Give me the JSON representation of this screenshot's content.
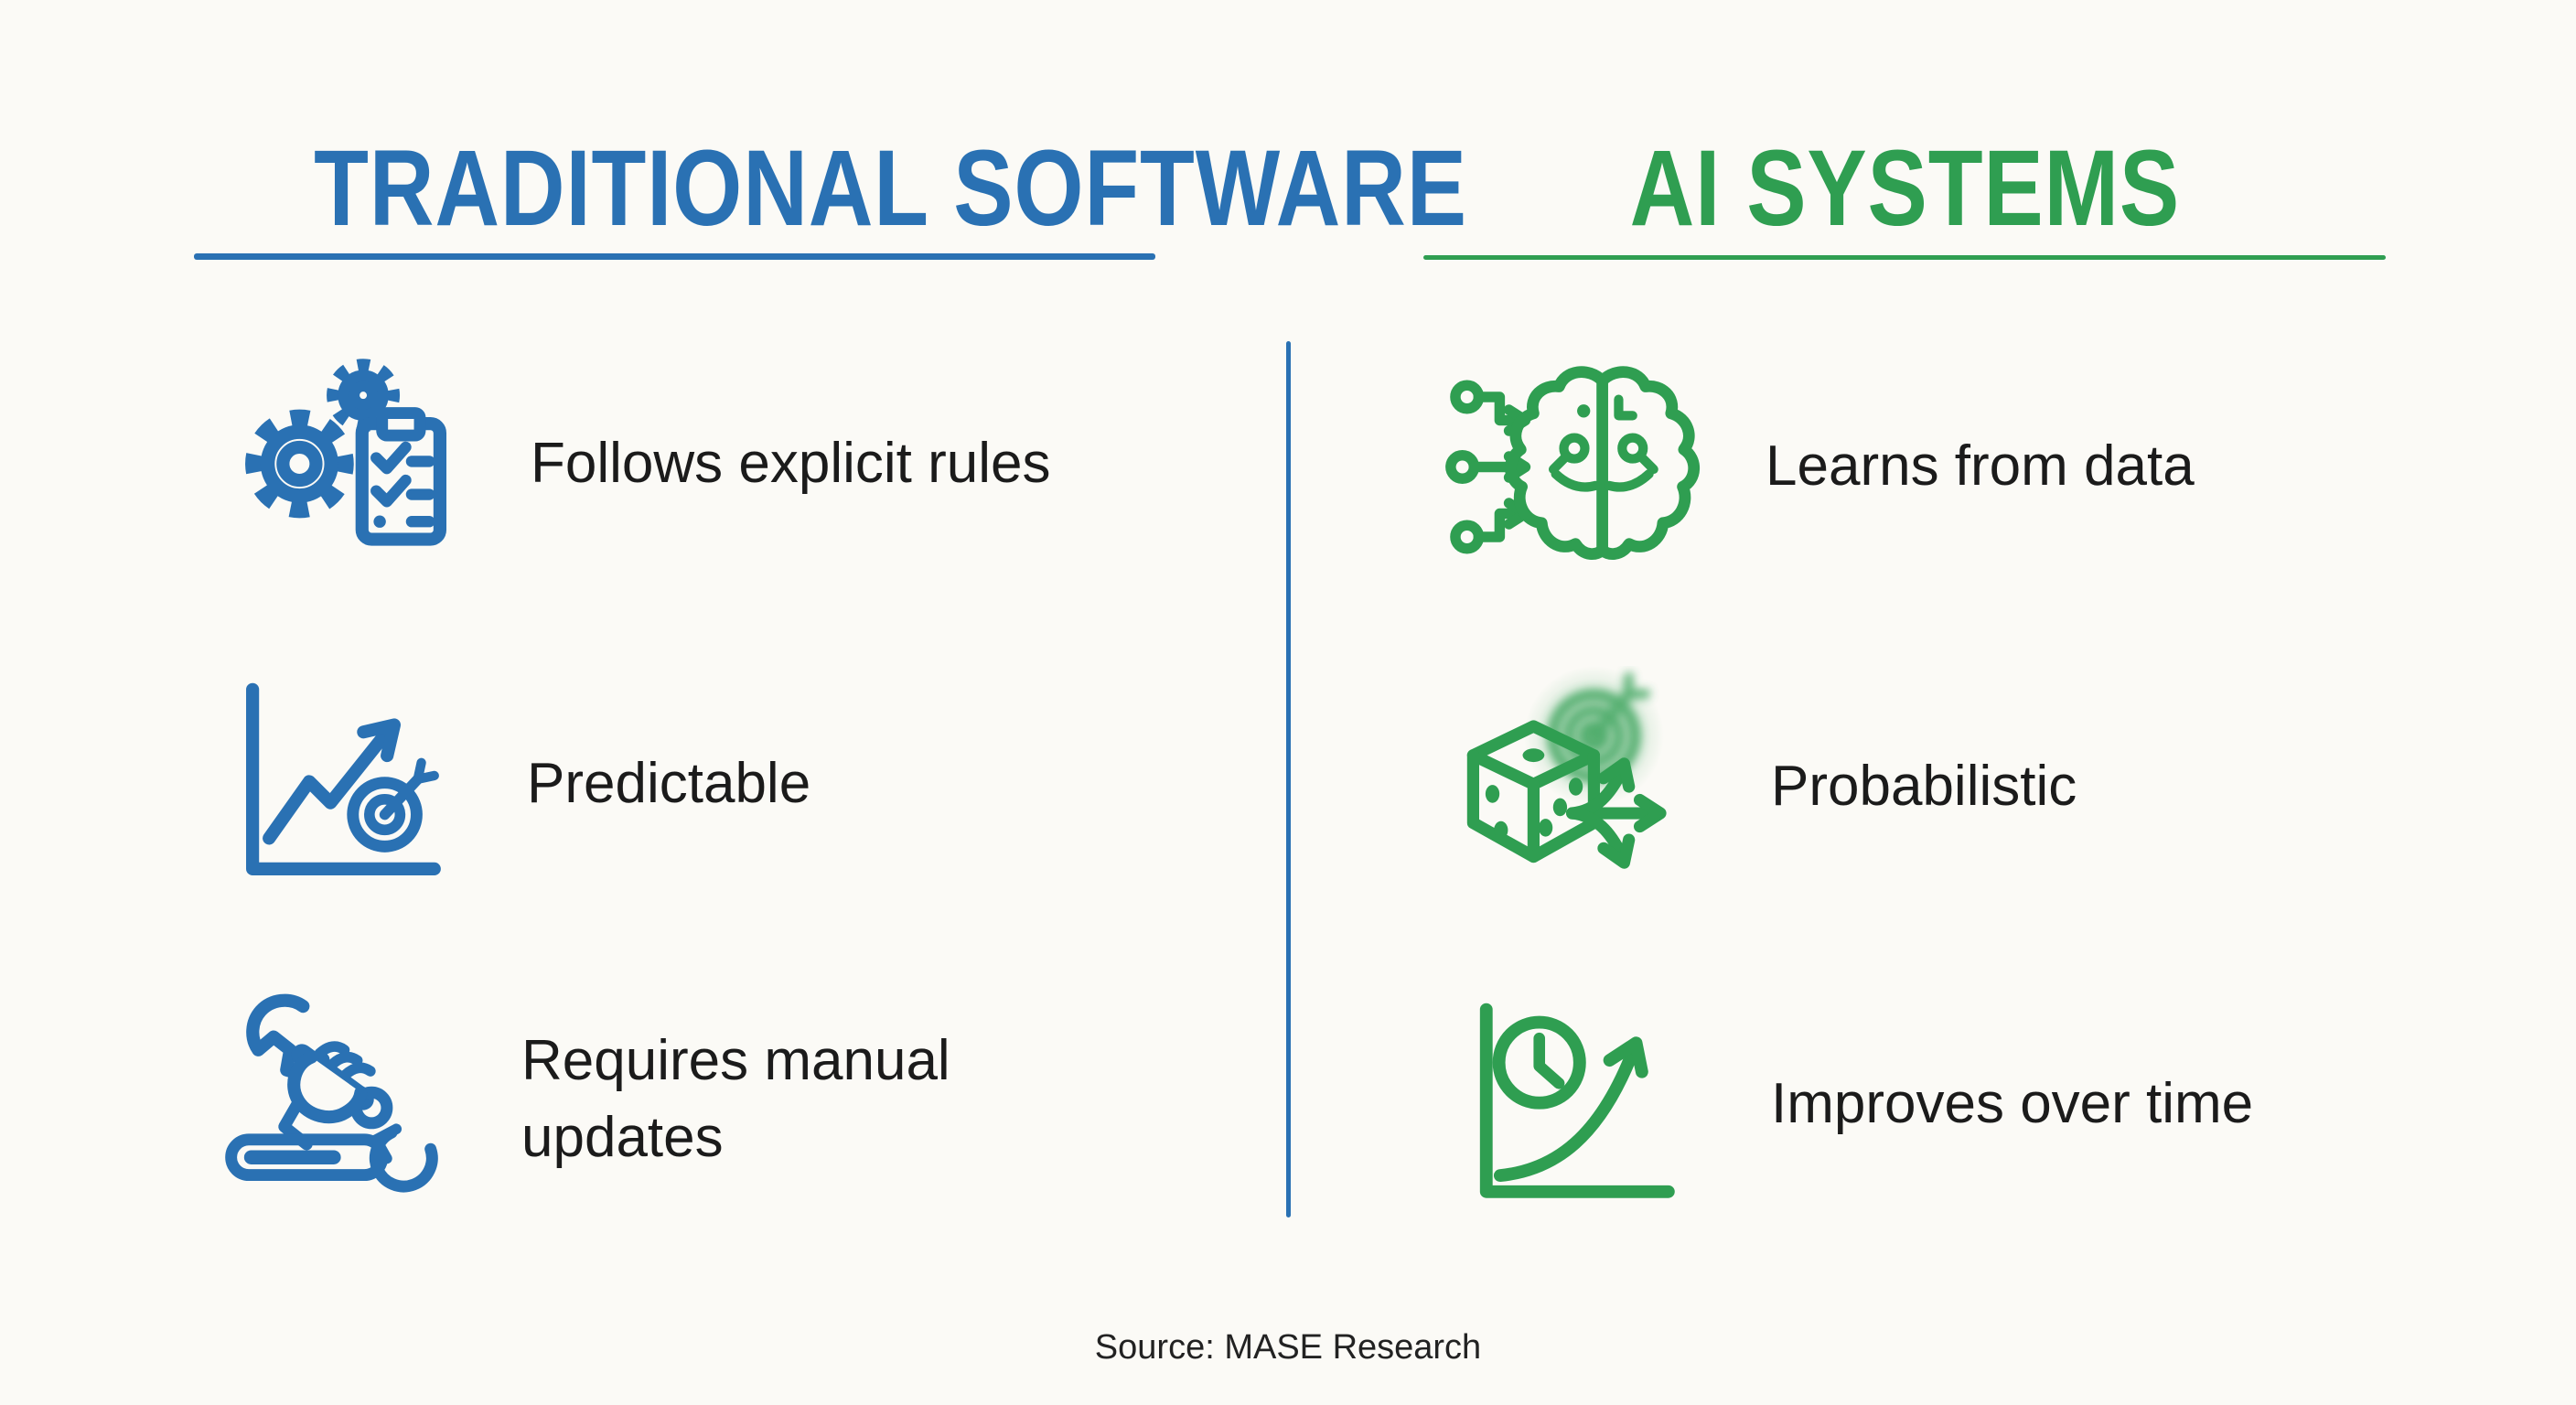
{
  "columns": {
    "left": {
      "title": "TRADITIONAL SOFTWARE",
      "accent_color": "#2a71b3",
      "items": [
        {
          "icon": "gears-checklist-icon",
          "label": "Follows explicit rules"
        },
        {
          "icon": "growth-chart-target-icon",
          "label": "Predictable"
        },
        {
          "icon": "wrench-hand-update-icon",
          "label": "Requires manual updates"
        }
      ]
    },
    "right": {
      "title": "AI SYSTEMS",
      "accent_color": "#2f9e51",
      "items": [
        {
          "icon": "circuit-brain-icon",
          "label": "Learns from data"
        },
        {
          "icon": "dice-branching-arrows-target-icon",
          "label": "Probabilistic"
        },
        {
          "icon": "clock-growth-curve-icon",
          "label": "Improves over time"
        }
      ]
    }
  },
  "divider_color": "#2a71b3",
  "footer": {
    "source": "Source: MASE Research"
  },
  "colors": {
    "background": "#fbfaf6",
    "text": "#1b1b1b",
    "blue": "#2a71b3",
    "green": "#2f9e51"
  }
}
